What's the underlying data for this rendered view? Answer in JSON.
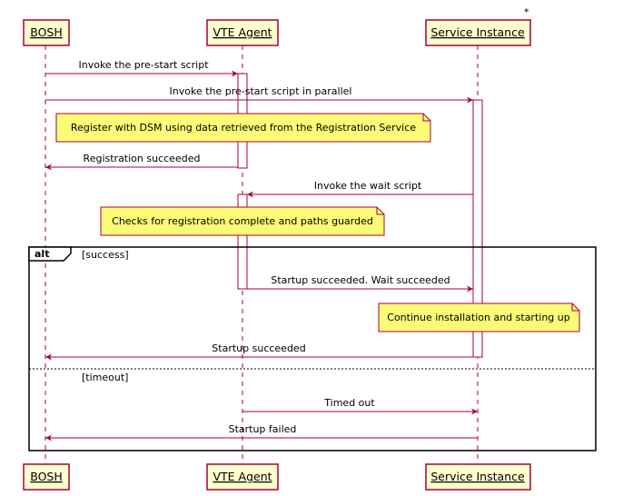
{
  "participants": {
    "bosh": "BOSH",
    "vte": "VTE Agent",
    "svc": "Service Instance",
    "svc_marker": "*"
  },
  "messages": {
    "m1": "Invoke the pre-start script",
    "m2": "Invoke the pre-start script in parallel",
    "m3": "Registration succeeded",
    "m4": "Invoke the wait script",
    "m5": "Startup succeeded. Wait succeeded",
    "m6": "Startup succeeded",
    "m7": "Timed out",
    "m8": "Startup failed"
  },
  "notes": {
    "n1": "Register with DSM using data retrieved from the Registration Service",
    "n2": "Checks for registration complete and paths guarded",
    "n3": "Continue installation and starting up"
  },
  "alt": {
    "keyword": "alt",
    "guard1": "[success]",
    "guard2": "[timeout]"
  },
  "colors": {
    "accent": "#A80036",
    "participant_fill": "#FEFECE",
    "note_fill": "#FBFB77"
  }
}
